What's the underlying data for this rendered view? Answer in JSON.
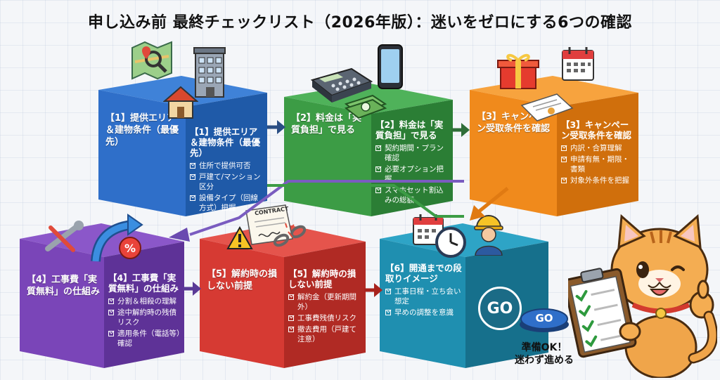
{
  "title": "申し込み前 最終チェックリスト（2026年版）：迷いをゼロにする6つの確認",
  "colors": {
    "blue": "#2f6fc9",
    "green": "#3c9c45",
    "orange": "#f08a1c",
    "purple": "#7a45b8",
    "red": "#d63a33",
    "teal": "#1f8fb0"
  },
  "steps": [
    {
      "front": "【1】提供エリア＆建物条件（最優先）",
      "heading": "【1】提供エリア＆建物条件（最優先）",
      "items": [
        "住所で提供可否",
        "戸建て/マンション区分",
        "設備タイプ（回線方式）把握"
      ],
      "icons": [
        "map-icon",
        "building-icon",
        "house-icon"
      ]
    },
    {
      "front": "【2】料金は「実質負担」で見る",
      "heading": "【2】料金は「実質負担」で見る",
      "items": [
        "契約期間・プラン確認",
        "必要オプション把握",
        "スマホセット割込みの総額"
      ],
      "icons": [
        "calculator-icon",
        "smartphone-icon",
        "money-icon"
      ]
    },
    {
      "front": "【3】キャンペーン受取条件を確認",
      "heading": "【3】キャンペーン受取条件を確認",
      "items": [
        "内訳・合算理解",
        "申請有無・期限・書類",
        "対象外条件を把握"
      ],
      "icons": [
        "gift-icon",
        "calendar-icon",
        "document-icon"
      ]
    },
    {
      "front": "【4】工事費「実質無料」の仕組み",
      "heading": "【4】工事費「実質無料」の仕組み",
      "items": [
        "分割＆相殺の理解",
        "途中解約時の残債リスク",
        "適用条件（電話等）確認"
      ],
      "icons": [
        "wrench-icon",
        "arrow-icon",
        "percent-icon"
      ]
    },
    {
      "front": "【5】解約時の損しない前提",
      "heading": "【5】解約時の損しない前提",
      "items": [
        "解約金（更新期間外）",
        "工事費残債リスク",
        "撤去費用（戸建て注意）"
      ],
      "icons": [
        "contract-icon",
        "warning-icon",
        "chain-icon"
      ]
    },
    {
      "front": "【6】開通までの段取りイメージ",
      "heading": "【6】開通までの段取りイメージ",
      "items": [
        "工事日程・立ち会い想定",
        "早めの調整を意識"
      ],
      "icons": [
        "calendar-icon",
        "clock-icon",
        "worker-icon"
      ]
    }
  ],
  "contract_text": "CONTRACT",
  "go_label": "GO",
  "go_small_label": "GO",
  "ready_text_1": "準備OK！",
  "ready_text_2": "迷わず進める"
}
